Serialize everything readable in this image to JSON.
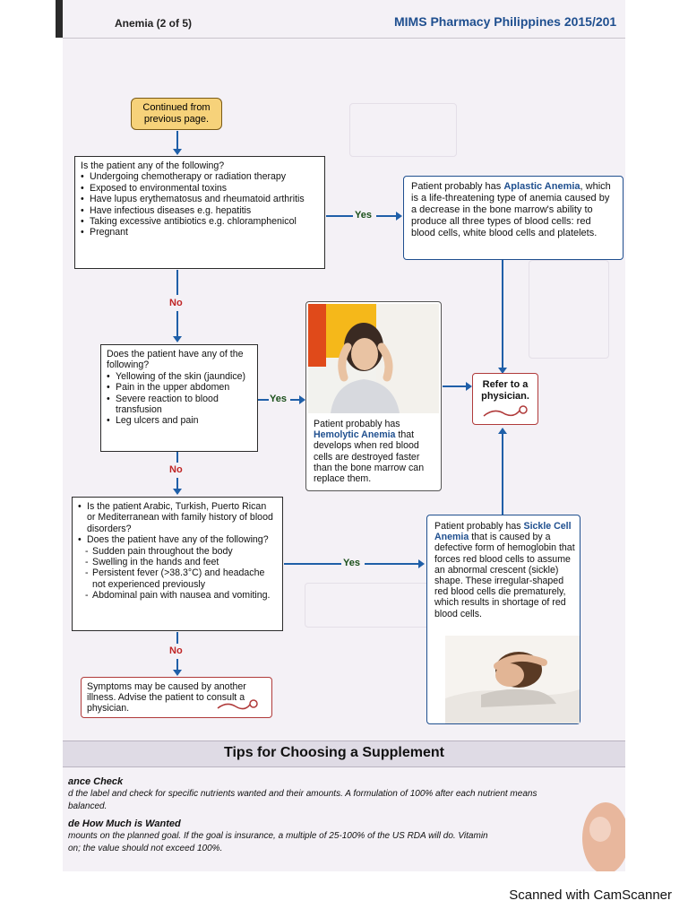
{
  "header": {
    "left": "Anemia (2 of 5)",
    "right": "MIMS Pharmacy Philippines 2015/201"
  },
  "flow": {
    "continued": "Continued from previous page.",
    "q1": {
      "title": "Is the patient any of the following?",
      "items": [
        "Undergoing chemotherapy or radiation therapy",
        "Exposed to environmental toxins",
        "Have lupus erythematosus and rheumatoid arthritis",
        "Have infectious diseases e.g. hepatitis",
        "Taking excessive antibiotics e.g. chloramphenicol",
        "Pregnant"
      ]
    },
    "aplastic": {
      "pre": "Patient probably has ",
      "name": "Aplastic Anemia",
      "post": ", which is a life-threatening type of anemia caused by a decrease in the bone marrow's ability to produce all three types of blood cells: red blood cells, white blood cells and platelets."
    },
    "q2": {
      "title": "Does the patient have any of the following?",
      "items": [
        "Yellowing of the skin (jaundice)",
        "Pain in the upper abdomen",
        "Severe reaction to blood transfusion",
        "Leg ulcers and pain"
      ]
    },
    "hemolytic": {
      "pre": "Patient probably has ",
      "name": "Hemolytic Anemia",
      "post": " that develops when red blood cells are destroyed faster than the bone marrow can replace them."
    },
    "refer": "Refer to a physician.",
    "q3": {
      "item1": "Is the patient Arabic, Turkish, Puerto Rican or Mediterranean with family history of blood disorders?",
      "item2": "Does the patient have any of the following?",
      "subitems": [
        "Sudden pain throughout the body",
        "Swelling in the hands and feet",
        "Persistent fever (>38.3°C) and headache not experienced previously",
        "Abdominal pain with nausea and vomiting."
      ]
    },
    "sickle": {
      "pre": "Patient probably has ",
      "name": "Sickle Cell Anemia",
      "post": " that is caused by a defective form of hemoglobin that forces red blood cells to assume an abnormal crescent (sickle) shape. These irregular-shaped red blood cells die prematurely, which results in shortage of red blood cells."
    },
    "final": "Symptoms may be caused by another illness. Advise the patient to consult a physician.",
    "labels": {
      "yes": "Yes",
      "no": "No"
    }
  },
  "tips": {
    "title": "Tips for Choosing a Supplement",
    "h1": "ance Check",
    "t1a": "d the label and check for specific nutrients wanted and their amounts. A formulation of 100% after each nutrient means",
    "t1b": "balanced.",
    "h2": "de How Much is Wanted",
    "t2a": "mounts on the planned goal. If the goal is insurance, a multiple of 25-100% of the US RDA will do. Vitamin",
    "t2b": "on; the value should not exceed 100%."
  },
  "watermark": "Scanned with CamScanner",
  "colors": {
    "accent": "#1f4f8f",
    "arrow": "#1f5fa8",
    "no": "#c02525",
    "note": "#f6d27a"
  }
}
